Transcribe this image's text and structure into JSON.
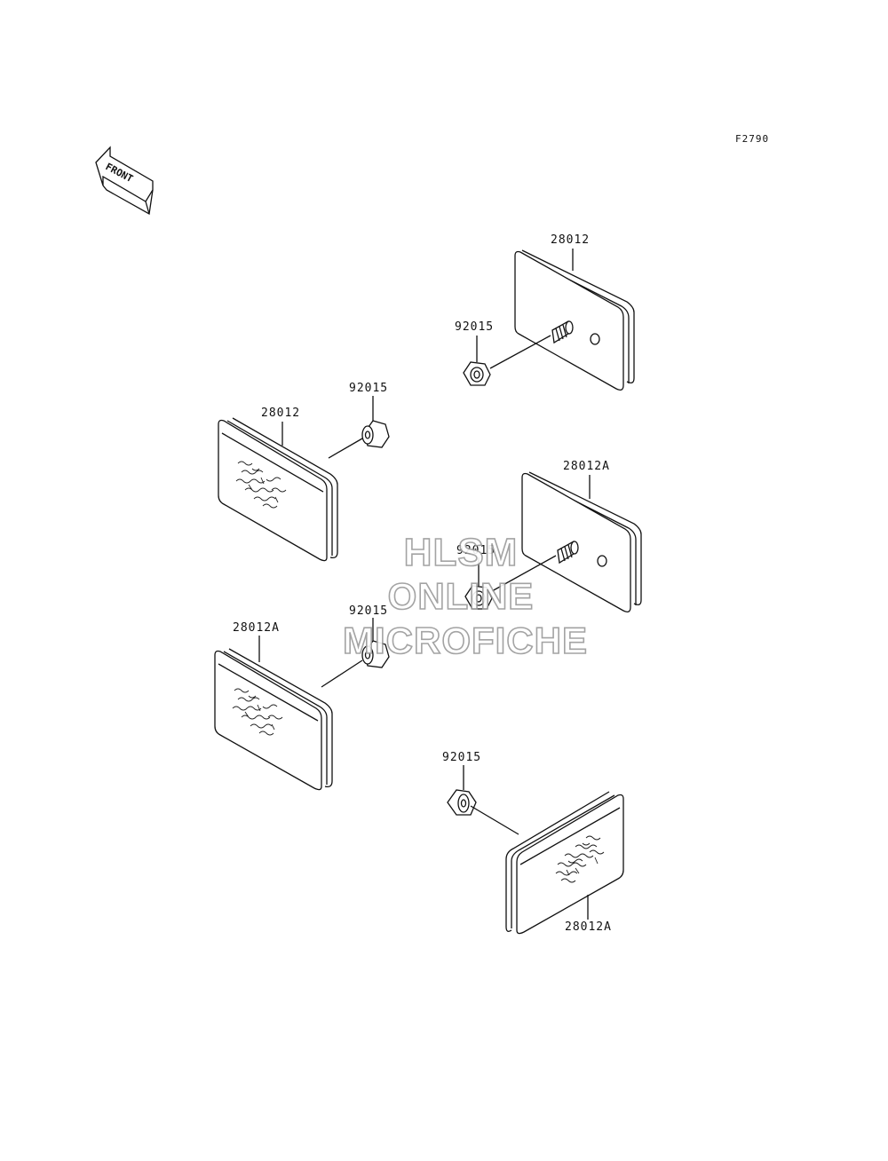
{
  "diagram": {
    "ref_code": "F2790",
    "front_arrow_text": "FRONT",
    "labels": {
      "p1": "28012",
      "p2": "92015",
      "p3": "92015",
      "p4": "28012",
      "p5": "28012A",
      "p6": "92015",
      "p7": "92015",
      "p8": "28012A",
      "p9": "92015",
      "p10": "28012A"
    }
  },
  "watermark": {
    "line1": "HLSM",
    "line2": "ONLINE",
    "line3": "MICROFICHE"
  }
}
